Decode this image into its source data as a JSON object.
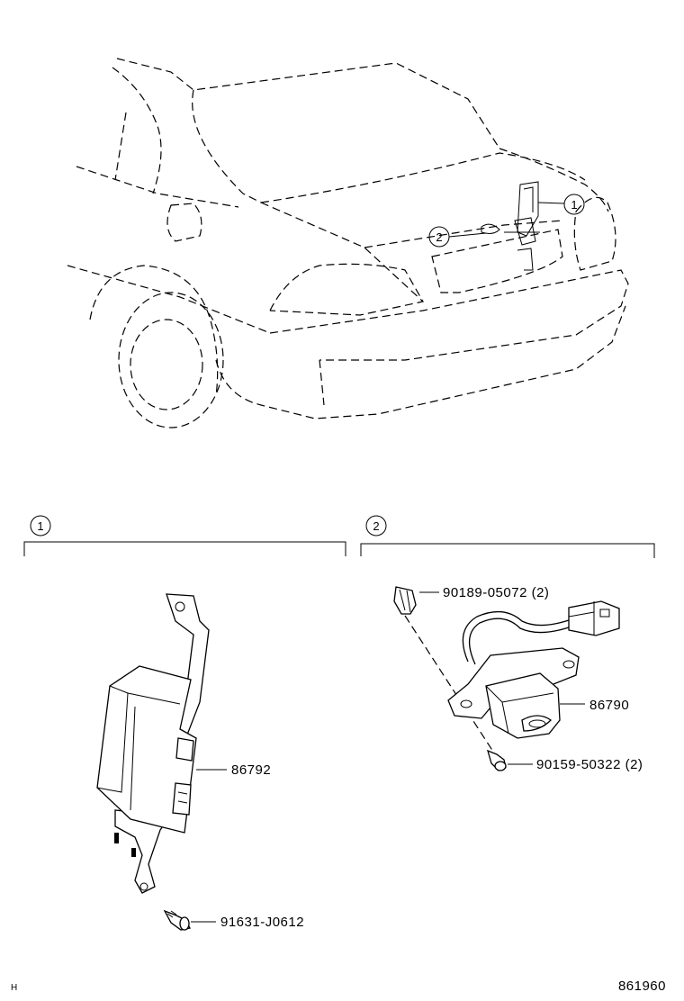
{
  "diagram": {
    "callouts": [
      {
        "id": "callout-1",
        "label": "1"
      },
      {
        "id": "callout-2",
        "label": "2"
      }
    ],
    "sections": [
      {
        "label": "1"
      },
      {
        "label": "2"
      }
    ],
    "parts": {
      "p91631": "91631-J0612",
      "p86792": "86792",
      "p90189": "90189-05072 (2)",
      "p86790": "86790",
      "p90159": "90159-50322 (2)"
    },
    "footer": {
      "left_mark": "H",
      "figure_number": "861960"
    }
  }
}
